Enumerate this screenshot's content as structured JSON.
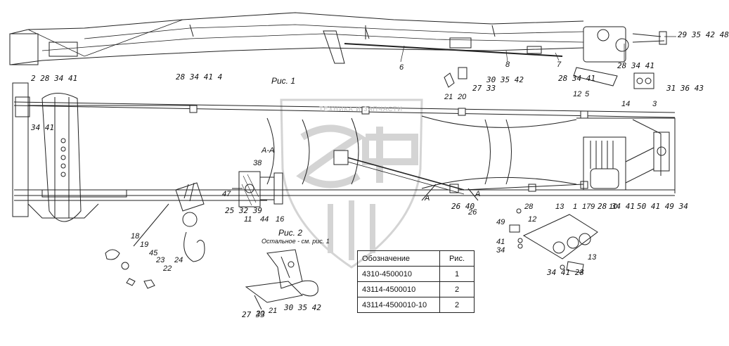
{
  "figures": {
    "fig1_caption": "Рис. 1",
    "fig2_caption": "Рис. 2",
    "fig2_note": "Остальное - см. рис. 1",
    "section_label": "А-А",
    "section_marks": [
      "А",
      "А"
    ]
  },
  "watermark": {
    "text": "ТЕХНИКА И ЗАПЧАСТИ"
  },
  "callouts": {
    "c_2934": "29\n35\n42\n48",
    "c_6": "6",
    "c_8": "8",
    "c_7": "7",
    "c_283441_tr": "28\n34\n41",
    "c_2_28_34_41": "2  28\n    34\n    41",
    "c_3441_left": "34\n41",
    "c_283441_4": "28\n34\n41  4",
    "c_21": "21",
    "c_20": "20",
    "c_2733": "27\n33",
    "c_303542": "30\n35\n42",
    "c_283441_mid": "28\n34\n41",
    "c_12": "12",
    "c_5": "5",
    "c_14": "14",
    "c_3": "3",
    "c_313643": "31\n36\n43",
    "c_38": "38",
    "c_47": "47",
    "c_25323 9": "25\n32\n39",
    "c_11": "11",
    "c_44": "44",
    "c_16": "16",
    "c_2640": "26\n40",
    "c_26": "26",
    "c_28_low": "28",
    "c_13_low": "13",
    "c_1": "1",
    "c_17": "17",
    "c_9": "9",
    "c_283441_r": "28\n34\n41",
    "c_10": "10",
    "c_50413449": "50\n41\n49\n34",
    "c_49": "49",
    "c_12b": "12",
    "c_41": "41",
    "c_34": "34",
    "c_13b": "13",
    "c_344128": "34\n41\n28",
    "c_18": "18",
    "c_19": "19",
    "c_45": "45",
    "c_23": "23",
    "c_24": "24",
    "c_22": "22",
    "c_2733b": "27\n33",
    "c_20b": "20",
    "c_21b": "21",
    "c_303542b": "30\n35\n42"
  },
  "table": {
    "header_code": "Обозначение",
    "header_fig": "Рис.",
    "rows": [
      {
        "code": "4310-4500010",
        "fig": "1"
      },
      {
        "code": "43114-4500010",
        "fig": "2"
      },
      {
        "code": "43114-4500010-10",
        "fig": "2"
      }
    ]
  }
}
